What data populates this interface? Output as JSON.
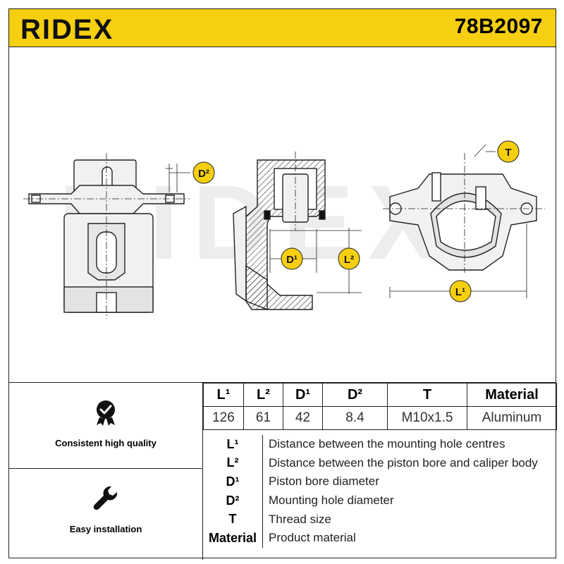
{
  "header": {
    "brand": "RIDEX",
    "part_number": "78B2097",
    "colors": {
      "accent": "#f7cf11",
      "ink": "#111111"
    }
  },
  "drawing": {
    "watermark": "RIDEX",
    "labels": {
      "d2": "D²",
      "t": "T",
      "d1": "D¹",
      "l2": "L²",
      "l1": "L¹"
    }
  },
  "features": [
    {
      "label": "Consistent high quality",
      "icon": "quality-badge-icon"
    },
    {
      "label": "Easy installation",
      "icon": "wrench-icon"
    }
  ],
  "dimensions": {
    "headers": [
      "L¹",
      "L²",
      "D¹",
      "D²",
      "T",
      "Material"
    ],
    "values": [
      "126",
      "61",
      "42",
      "8.4",
      "M10x1.5",
      "Aluminum"
    ]
  },
  "legend": [
    {
      "key": "L¹",
      "desc": "Distance between the mounting hole centres"
    },
    {
      "key": "L²",
      "desc": "Distance between the piston bore and caliper body"
    },
    {
      "key": "D¹",
      "desc": "Piston bore diameter"
    },
    {
      "key": "D²",
      "desc": "Mounting hole diameter"
    },
    {
      "key": "T",
      "desc": "Thread size"
    },
    {
      "key": "Material",
      "desc": "Product material"
    }
  ]
}
